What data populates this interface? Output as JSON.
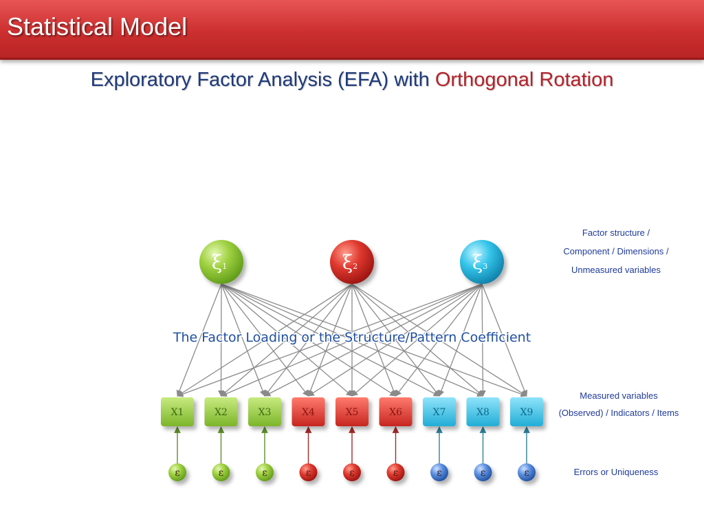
{
  "header": {
    "title": "Statistical Model"
  },
  "subtitle": {
    "part1": "Exploratory Factor Analysis (EFA) with ",
    "part2": "Orthogonal Rotation"
  },
  "diagram": {
    "factors": [
      {
        "symbol": "ξ",
        "sub": "1",
        "color": "green"
      },
      {
        "symbol": "ξ",
        "sub": "2",
        "color": "red"
      },
      {
        "symbol": "ξ",
        "sub": "3",
        "color": "cyan"
      }
    ],
    "loading_label": "The Factor Loading or the Structure/Pattern Coefficient",
    "measured": [
      {
        "label": "X1",
        "color": "green"
      },
      {
        "label": "X2",
        "color": "green"
      },
      {
        "label": "X3",
        "color": "green"
      },
      {
        "label": "X4",
        "color": "red"
      },
      {
        "label": "X5",
        "color": "red"
      },
      {
        "label": "X6",
        "color": "red"
      },
      {
        "label": "X7",
        "color": "cyan"
      },
      {
        "label": "X8",
        "color": "cyan"
      },
      {
        "label": "X9",
        "color": "cyan"
      }
    ],
    "errors": [
      {
        "label": "ε",
        "color": "green"
      },
      {
        "label": "ε",
        "color": "green"
      },
      {
        "label": "ε",
        "color": "green"
      },
      {
        "label": "ε",
        "color": "red"
      },
      {
        "label": "ε",
        "color": "red"
      },
      {
        "label": "ε",
        "color": "red"
      },
      {
        "label": "ε",
        "color": "blue"
      },
      {
        "label": "ε",
        "color": "blue"
      },
      {
        "label": "ε",
        "color": "blue"
      }
    ]
  },
  "side_labels": {
    "factors": [
      "Factor structure /",
      "Component / Dimensions /",
      "Unmeasured variables"
    ],
    "measured": [
      "Measured variables",
      "(Observed) / Indicators / Items"
    ],
    "errors": [
      "Errors or Uniqueness"
    ]
  },
  "colors": {
    "header_red": "#cc2f2f",
    "title_blue": "#1f3a7a",
    "accent_red": "#b5232b",
    "green": "#8cc63e",
    "red": "#d8322f",
    "cyan": "#2fc0e6",
    "blue": "#4d86d8",
    "line_gray": "#8a8a8a"
  }
}
